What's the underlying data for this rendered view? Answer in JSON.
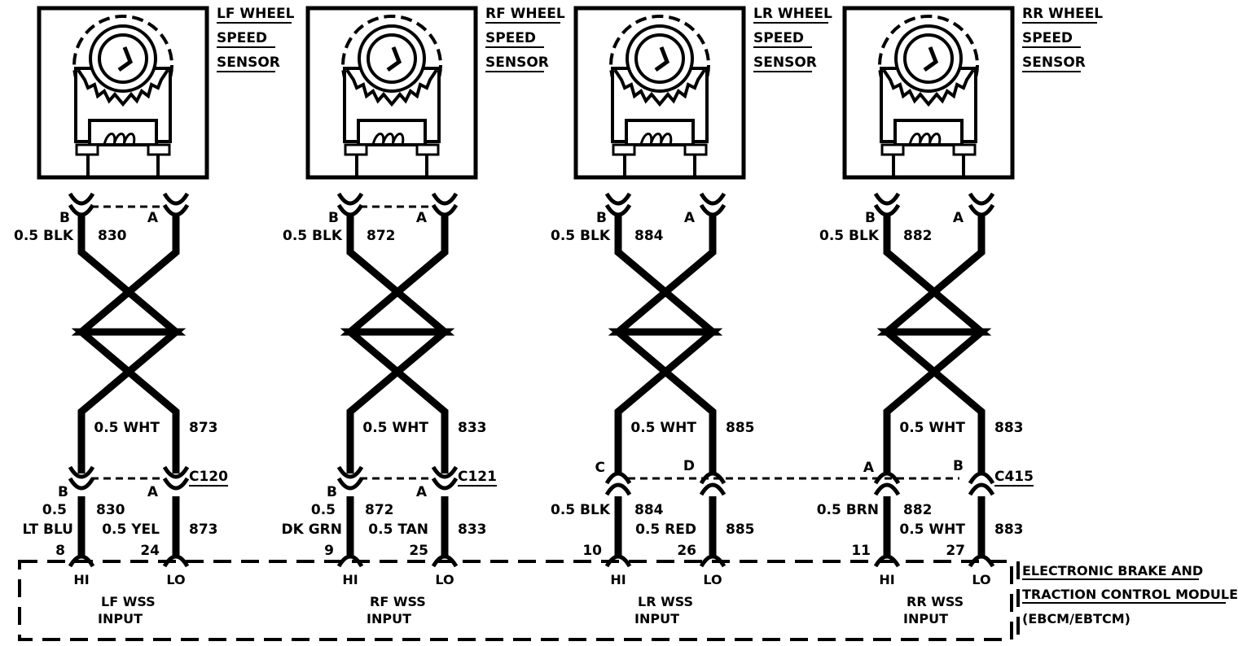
{
  "sensors": [
    {
      "title": [
        "LF WHEEL",
        "SPEED",
        "SENSOR"
      ],
      "pin_left": "B",
      "pin_right": "A",
      "left_top": [
        "0.5 BLK",
        "830"
      ],
      "right_top": [
        "0.5 WHT",
        "873"
      ],
      "pin_left_bot": "B",
      "pin_right_bot": "A",
      "connector": "C120",
      "left_bot": [
        "0.5",
        "LT BLU"
      ],
      "left_bot_num": "830",
      "right_bot": [
        "0.5 YEL",
        "873"
      ],
      "ecm_pin_left": "8",
      "ecm_pin_right": "24",
      "hi": "HI",
      "lo": "LO",
      "input": [
        "LF WSS",
        "INPUT"
      ]
    },
    {
      "title": [
        "RF WHEEL",
        "SPEED",
        "SENSOR"
      ],
      "pin_left": "B",
      "pin_right": "A",
      "left_top": [
        "0.5 BLK",
        "872"
      ],
      "right_top": [
        "0.5 WHT",
        "833"
      ],
      "pin_left_bot": "B",
      "pin_right_bot": "A",
      "connector": "C121",
      "left_bot": [
        "0.5",
        "DK GRN"
      ],
      "left_bot_num": "872",
      "right_bot": [
        "0.5 TAN",
        "833"
      ],
      "ecm_pin_left": "9",
      "ecm_pin_right": "25",
      "hi": "HI",
      "lo": "LO",
      "input": [
        "RF WSS",
        "INPUT"
      ]
    },
    {
      "title": [
        "LR WHEEL",
        "SPEED",
        "SENSOR"
      ],
      "pin_left": "B",
      "pin_right": "A",
      "left_top": [
        "0.5 BLK",
        "884"
      ],
      "right_top": [
        "0.5 WHT",
        "885"
      ],
      "pin_left_bot": "C",
      "pin_right_bot": "D",
      "connector": "",
      "left_bot": [
        "0.5 BLK",
        "884"
      ],
      "left_bot_num": "",
      "right_bot": [
        "0.5 RED",
        "885"
      ],
      "ecm_pin_left": "10",
      "ecm_pin_right": "26",
      "hi": "HI",
      "lo": "LO",
      "input": [
        "LR WSS",
        "INPUT"
      ]
    },
    {
      "title": [
        "RR WHEEL",
        "SPEED",
        "SENSOR"
      ],
      "pin_left": "B",
      "pin_right": "A",
      "left_top": [
        "0.5 BLK",
        "882"
      ],
      "right_top": [
        "0.5 WHT",
        "883"
      ],
      "pin_left_bot": "A",
      "pin_right_bot": "B",
      "connector": "C415",
      "left_bot": [
        "0.5 BRN",
        "882"
      ],
      "left_bot_num": "",
      "right_bot": [
        "0.5 WHT",
        "883"
      ],
      "ecm_pin_left": "11",
      "ecm_pin_right": "27",
      "hi": "HI",
      "lo": "LO",
      "input": [
        "RR WSS",
        "INPUT"
      ]
    }
  ],
  "module": {
    "title_lines": [
      "ELECTRONIC BRAKE AND",
      "TRACTION CONTROL MODULE",
      "(EBCM/EBTCM)"
    ]
  },
  "colors": {
    "line": "#000000",
    "background": "#ffffff"
  }
}
